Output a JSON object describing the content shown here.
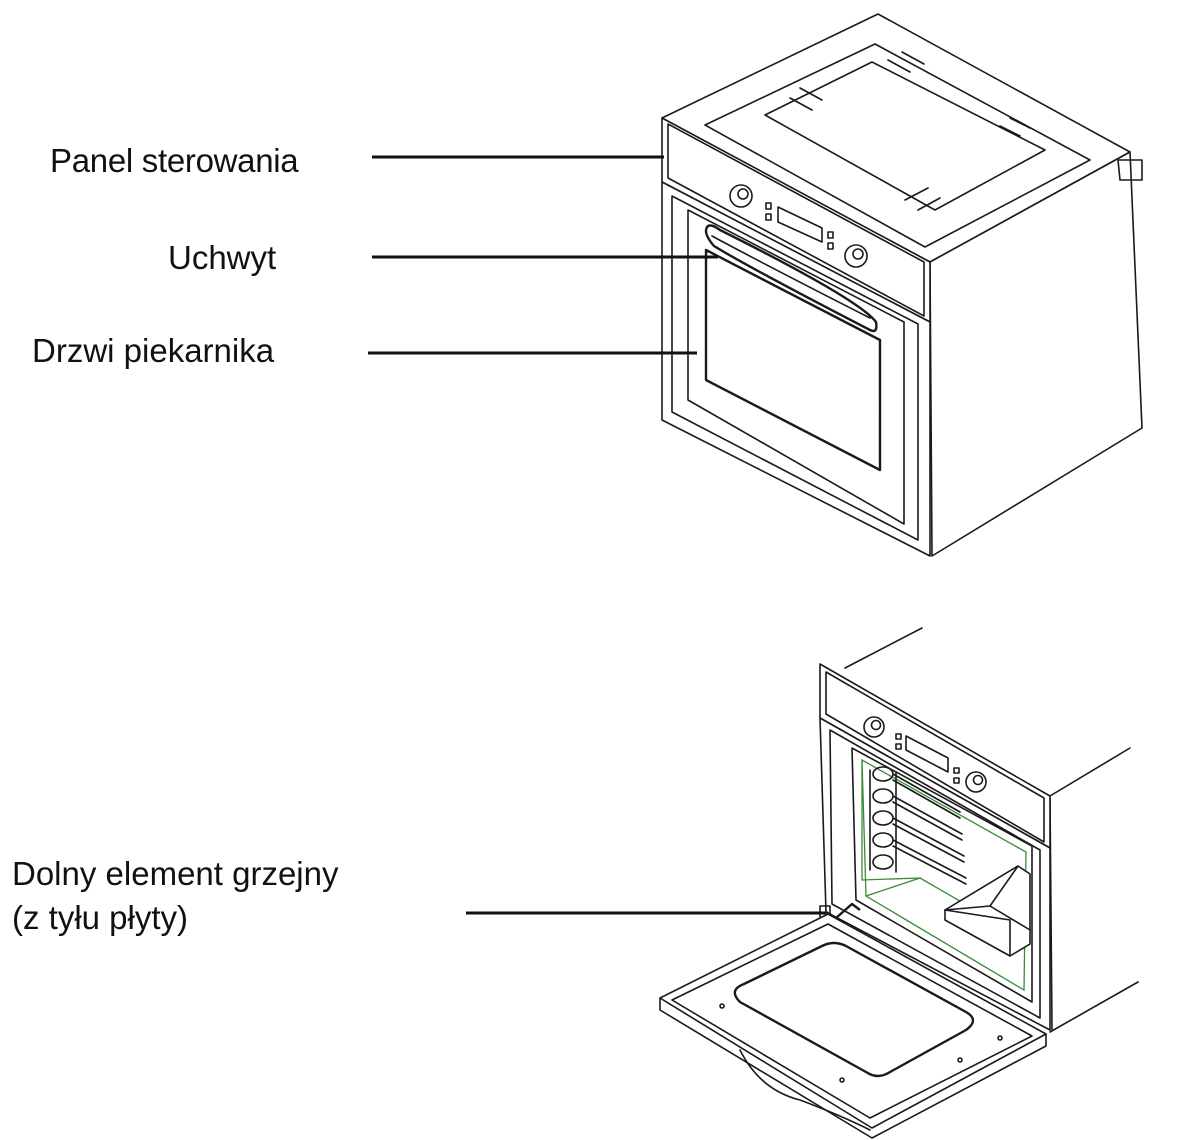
{
  "labels": {
    "panel": "Panel sterowania",
    "uchwyt": "Uchwyt",
    "drzwi": "Drzwi piekarnika",
    "dolny_line1": "Dolny element grzejny",
    "dolny_line2": "(z tyłu płyty)"
  }
}
